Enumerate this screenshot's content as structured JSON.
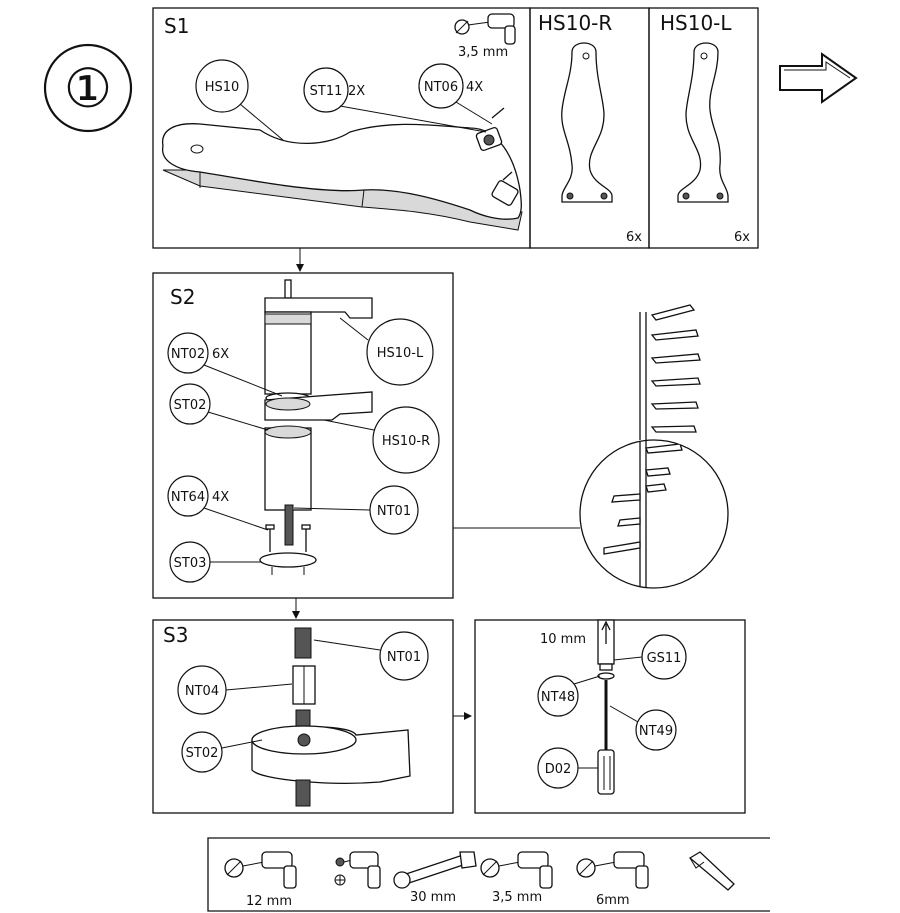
{
  "step": {
    "number": "①"
  },
  "s1": {
    "title": "S1",
    "tool_size": "3,5 mm",
    "callouts": [
      {
        "id": "HS10",
        "qty": ""
      },
      {
        "id": "ST11",
        "qty": "2X"
      },
      {
        "id": "NT06",
        "qty": "4X"
      }
    ]
  },
  "hs10r": {
    "title": "HS10-R",
    "qty": "6x"
  },
  "hs10l": {
    "title": "HS10-L",
    "qty": "6x"
  },
  "s2": {
    "title": "S2",
    "callouts": [
      {
        "id": "NT02",
        "qty": "6X"
      },
      {
        "id": "ST02",
        "qty": ""
      },
      {
        "id": "NT64",
        "qty": "4X"
      },
      {
        "id": "ST03",
        "qty": ""
      },
      {
        "id": "HS10-L",
        "qty": ""
      },
      {
        "id": "HS10-R",
        "qty": ""
      },
      {
        "id": "NT01",
        "qty": ""
      }
    ]
  },
  "s3": {
    "title": "S3",
    "callouts": [
      {
        "id": "NT01"
      },
      {
        "id": "NT04"
      },
      {
        "id": "ST02"
      }
    ]
  },
  "wall": {
    "dimension": "10 mm",
    "callouts": [
      {
        "id": "GS11"
      },
      {
        "id": "NT48"
      },
      {
        "id": "NT49"
      },
      {
        "id": "D02"
      }
    ]
  },
  "tools": {
    "items": [
      {
        "icon": "drill-bit-icon",
        "label": "12 mm"
      },
      {
        "icon": "screwdriver-drill-icon",
        "label": ""
      },
      {
        "icon": "wrench-icon",
        "label": "30 mm"
      },
      {
        "icon": "drill-bit-icon",
        "label": "3,5 mm"
      },
      {
        "icon": "drill-bit-icon",
        "label": "6mm"
      },
      {
        "icon": "hex-key-icon",
        "label": ""
      }
    ]
  }
}
